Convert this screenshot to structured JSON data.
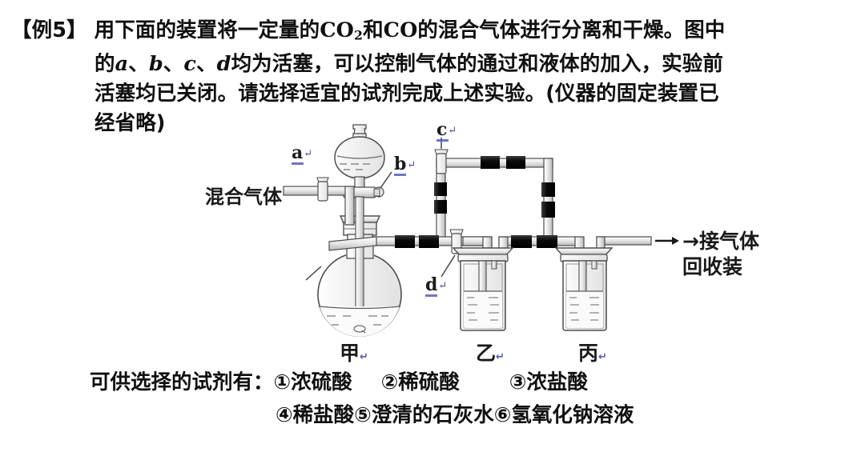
{
  "problem": {
    "tag": "【例5】",
    "lines": [
      {
        "id": "l1",
        "text": "用下面的装置将一定量的CO2和CO的混合气体进行分离和干燥。图中"
      },
      {
        "id": "l2",
        "text": "的a、b、c、d均为活塞，可以控制气体的通过和液体的加入，实验前"
      },
      {
        "id": "l3",
        "text": "活塞均已关闭。请选择适宜的试剂完成上述实验。(仪器的固定装置已"
      },
      {
        "id": "l4",
        "text": "经省略)"
      }
    ]
  },
  "figure": {
    "gas_inlet_label": "混合气体",
    "outlet_label_line1": "→接气体",
    "outlet_label_line2": "回收装",
    "stopcocks": [
      {
        "id": "a",
        "letter": "a"
      },
      {
        "id": "b",
        "letter": "b"
      },
      {
        "id": "c",
        "letter": "c"
      },
      {
        "id": "d",
        "letter": "d"
      }
    ],
    "vessels": [
      {
        "id": "jia",
        "name": "甲"
      },
      {
        "id": "yi",
        "name": "乙"
      },
      {
        "id": "bing",
        "name": "丙"
      }
    ],
    "pilcrow": "↵",
    "colors": {
      "ink": "#1a1a1a",
      "glass_line": "#4d4d4d",
      "glass_fill": "#f2f2f2",
      "rubber": "#111111",
      "liquid": "#9a9a9a",
      "annotation_blue": "#5b5bbd"
    }
  },
  "reagents": {
    "prompt": "可供选择的试剂有：",
    "row1": [
      {
        "num": "①",
        "name": "浓硫酸"
      },
      {
        "num": "②",
        "name": "稀硫酸"
      },
      {
        "num": "③",
        "name": "浓盐酸"
      }
    ],
    "row2": [
      {
        "num": "④",
        "name": "稀盐酸"
      },
      {
        "num": "⑤",
        "name": "澄清的石灰水"
      },
      {
        "num": "⑥",
        "name": "氢氧化钠溶液"
      }
    ]
  }
}
